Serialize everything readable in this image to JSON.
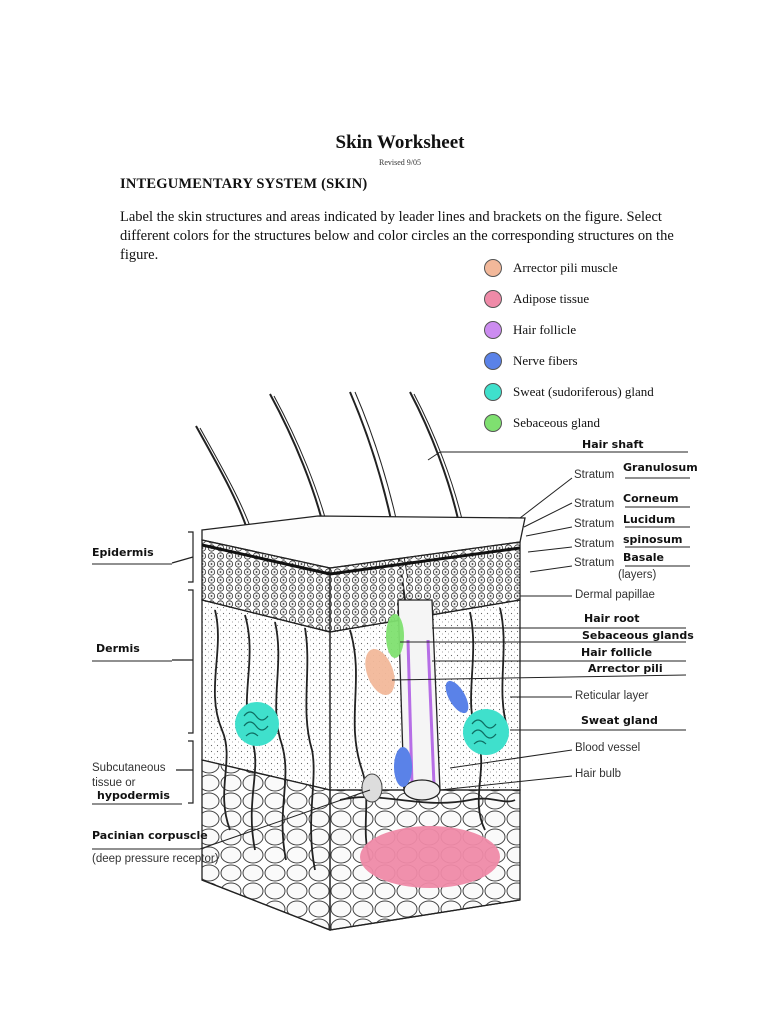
{
  "header": {
    "title": "Skin Worksheet",
    "revised": "Revised 9/05",
    "section": "INTEGUMENTARY SYSTEM (SKIN)",
    "instructions": "Label the skin structures and areas indicated by leader lines and brackets on the figure. Select different colors for the structures below and color circles an the corresponding structures on the figure."
  },
  "key": [
    {
      "label": "Arrector pili muscle",
      "color": "#f2b89a"
    },
    {
      "label": "Adipose tissue",
      "color": "#ef8aa8"
    },
    {
      "label": "Hair follicle",
      "color": "#cc8cf0"
    },
    {
      "label": "Nerve fibers",
      "color": "#5a82e8"
    },
    {
      "label": "Sweat (sudoriferous) gland",
      "color": "#3fe0cc"
    },
    {
      "label": "Sebaceous gland",
      "color": "#7fe070"
    }
  ],
  "labels_right": {
    "hair_shaft": "Hair shaft",
    "stratum": "Stratum",
    "granulosum": "Granulosum",
    "corneum": "Corneum",
    "lucidum": "Lucidum",
    "spinosum": "spinosum",
    "basale": "Basale",
    "layers": "(layers)",
    "dermal_papillae": "Dermal papillae",
    "hair_root": "Hair root",
    "sebaceous_glands": "Sebaceous glands",
    "hair_follicle": "Hair follicle",
    "arrector_pili": "Arrector pili",
    "reticular_layer": "Reticular layer",
    "sweat_gland": "Sweat gland",
    "blood_vessel": "Blood vessel",
    "hair_bulb": "Hair bulb"
  },
  "labels_left": {
    "epidermis": "Epidermis",
    "dermis": "Dermis",
    "subcutaneous": "Subcutaneous",
    "tissue_or": "tissue or",
    "hypodermis": "hypodermis",
    "pacinian": "Pacinian corpuscle",
    "deep_pressure": "(deep pressure receptor)"
  }
}
